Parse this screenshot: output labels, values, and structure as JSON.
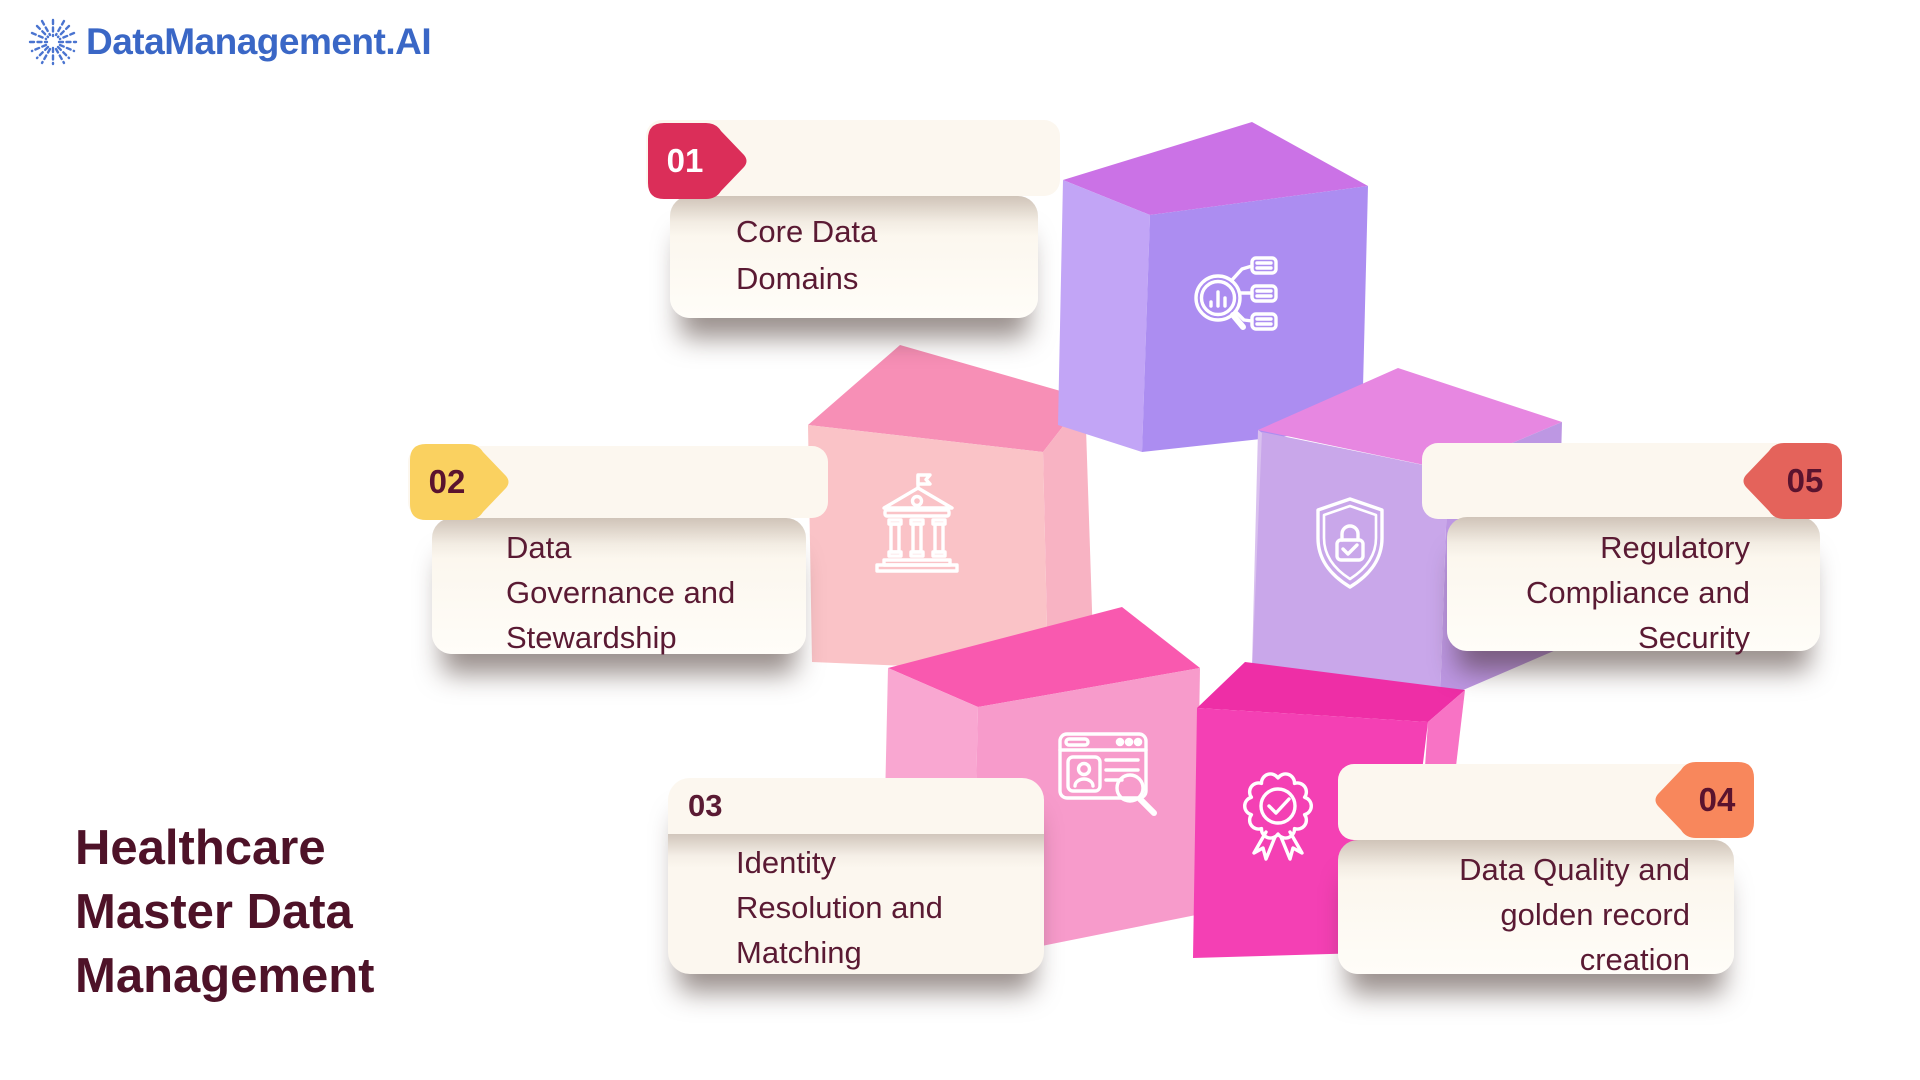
{
  "logo": {
    "text": "DataManagement.AI",
    "icon": "starburst-icon",
    "color": "#3a67c6"
  },
  "title": {
    "lines": [
      "Healthcare",
      "Master Data",
      "Management"
    ],
    "color": "#4e1228"
  },
  "cards": [
    {
      "number": "01",
      "badge_color": "#db2e59",
      "number_color": "#ffffff",
      "label": "Core Data Domains",
      "lines": [
        "Core Data",
        "Domains"
      ],
      "icon": "search-analytics-icon"
    },
    {
      "number": "02",
      "badge_color": "#fad160",
      "number_color": "#5a132e",
      "label": "Data Governance and Stewardship",
      "lines": [
        "Data",
        "Governance and",
        "Stewardship"
      ],
      "icon": "bank-building-icon"
    },
    {
      "number": "03",
      "badge_color": "#fcf7ef",
      "number_color": "#5a1a33",
      "label": "Identity Resolution and Matching",
      "lines": [
        "Identity",
        "Resolution and",
        "Matching"
      ],
      "icon": "identity-card-search-icon"
    },
    {
      "number": "04",
      "badge_color": "#f8875c",
      "number_color": "#5a132e",
      "label": "Data Quality and golden record creation",
      "lines": [
        "Data Quality and",
        "golden record",
        "creation"
      ],
      "icon": "award-ribbon-icon"
    },
    {
      "number": "05",
      "badge_color": "#e4635b",
      "number_color": "#5a132e",
      "label": "Regulatory Compliance and Security",
      "lines": [
        "Regulatory",
        "Compliance and",
        "Security"
      ],
      "icon": "shield-lock-icon"
    }
  ],
  "cubes": {
    "core": {
      "top": "#cb72e6",
      "left": "#c2a5f6",
      "front": "#ac8df1"
    },
    "governance": {
      "top": "#f78fb6",
      "front": "#fac3c7",
      "right": "#f8b3c3"
    },
    "security": {
      "top": "#e787e1",
      "left": "#d9c0ef",
      "front": "#c9a7ea",
      "right": "#bd97e3"
    },
    "identity": {
      "top": "#f959af",
      "left": "#f9a7d1",
      "front": "#f79bcb"
    },
    "quality": {
      "top": "#ee2ea6",
      "front": "#f440b4",
      "right": "#f873c5"
    }
  },
  "text_color": "#5a1a33"
}
